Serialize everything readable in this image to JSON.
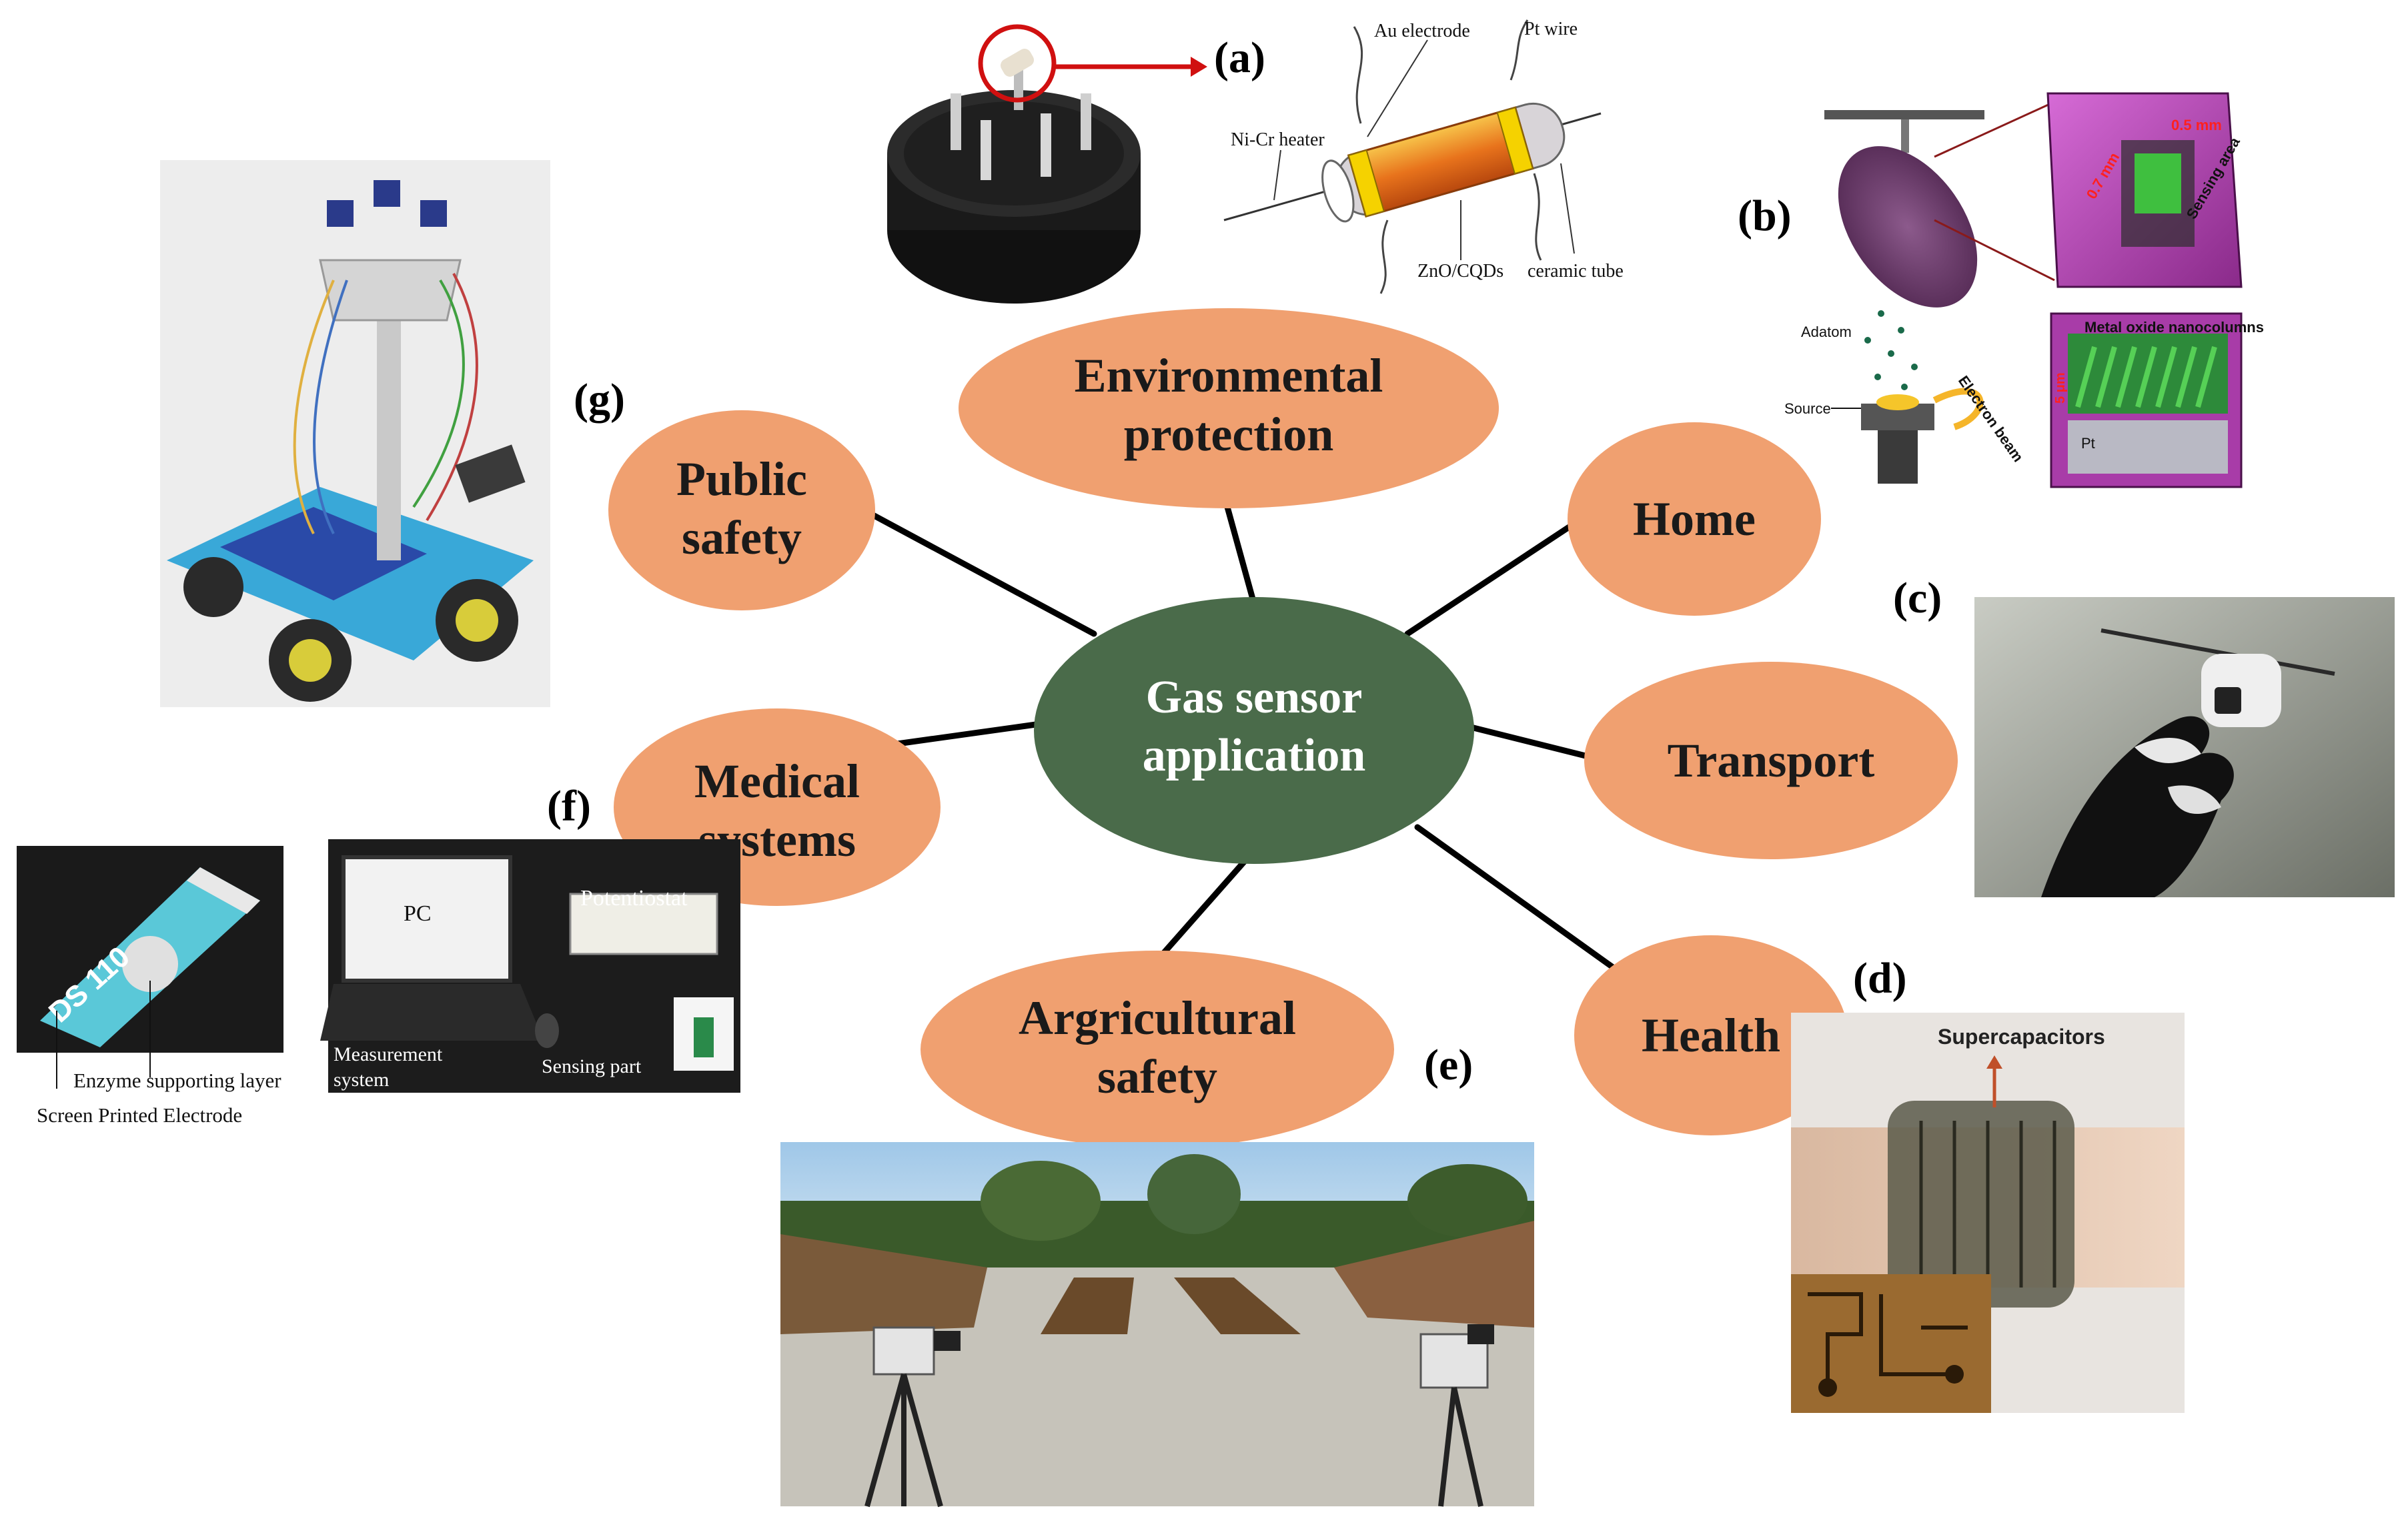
{
  "hub": {
    "label_line1": "Gas sensor",
    "label_line2": "application",
    "color": "#4a6b4a",
    "text_color": "#ffffff"
  },
  "node_color": "#f0a070",
  "nodes": [
    {
      "id": "environmental",
      "line1": "Environmental",
      "line2": "protection"
    },
    {
      "id": "home",
      "line1": "Home",
      "line2": ""
    },
    {
      "id": "transport",
      "line1": "Transport",
      "line2": ""
    },
    {
      "id": "health",
      "line1": "Health",
      "line2": ""
    },
    {
      "id": "agricultural",
      "line1": "Argricultural",
      "line2": "safety"
    },
    {
      "id": "medical",
      "line1": "Medical",
      "line2": "systems"
    },
    {
      "id": "public",
      "line1": "Public",
      "line2": "safety"
    }
  ],
  "panel_labels": {
    "a": "(a)",
    "b": "(b)",
    "c": "(c)",
    "d": "(d)",
    "e": "(e)",
    "f": "(f)",
    "g": "(g)"
  },
  "panel_a": {
    "au_electrode": "Au electrode",
    "pt_wire": "Pt wire",
    "nicr_heater": "Ni-Cr heater",
    "zno": "ZnO/CQDs",
    "ceramic": "ceramic tube"
  },
  "panel_b": {
    "adatom": "Adatom",
    "source": "Source",
    "electron_beam": "Electron beam",
    "sensing_area": "Sensing area",
    "dim1": "0.7 mm",
    "dim2": "0.5 mm",
    "metal_oxide": "Metal oxide nanocolumns",
    "dim3": "5 μm",
    "pt": "Pt"
  },
  "panel_d": {
    "supercapacitors": "Supercapacitors"
  },
  "panel_f": {
    "pc": "PC",
    "potentiostat": "Potentiostat",
    "measurement_line1": "Measurement",
    "measurement_line2": "system",
    "sensing_part": "Sensing part",
    "enzyme_layer": "Enzyme supporting layer",
    "screen_printed": "Screen Printed Electrode",
    "strip_text": "DS 110"
  }
}
